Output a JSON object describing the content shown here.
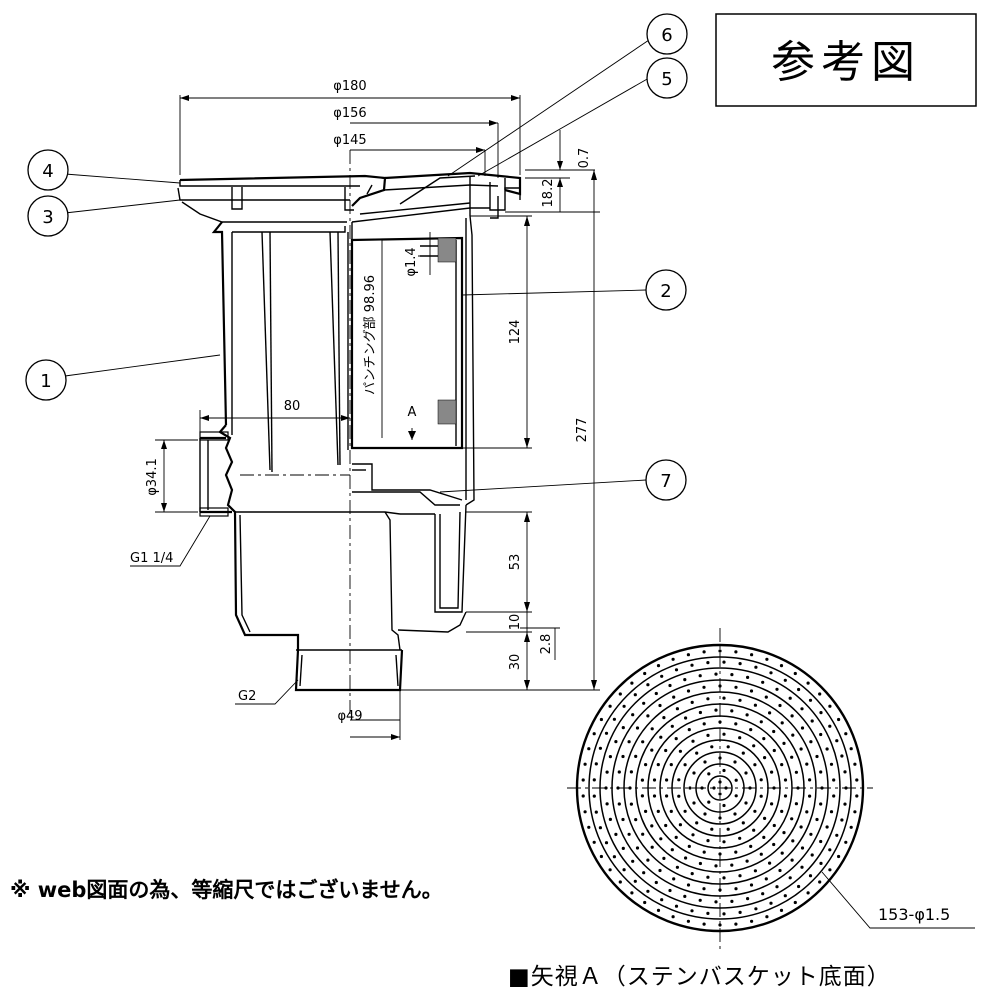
{
  "title": "参考図",
  "note": "※ web図面の為、等縮尺ではございません。",
  "caption": "■矢視Ａ（ステンバスケット底面）",
  "callouts": [
    "1",
    "2",
    "3",
    "4",
    "5",
    "6",
    "7"
  ],
  "dimensions": {
    "d180": "φ180",
    "d156": "φ156",
    "d145": "φ145",
    "t07": "0.7",
    "h182": "18.2",
    "h277": "277",
    "h124": "124",
    "d14": "φ1.4",
    "punch": "パンチング部 98.96",
    "viewA": "A",
    "w80": "80",
    "d341": "φ34.1",
    "g114": "G1 1/4",
    "h53": "53",
    "h10": "10",
    "h28": "2.8",
    "h30": "30",
    "g2": "G2",
    "d49": "φ49",
    "holes": "153-φ1.5"
  }
}
